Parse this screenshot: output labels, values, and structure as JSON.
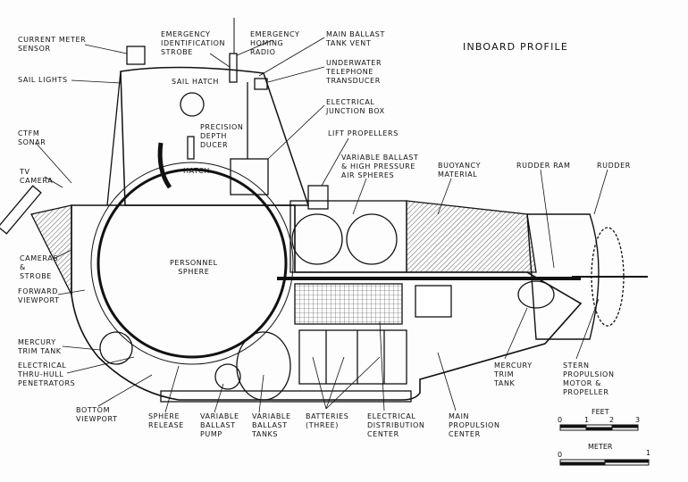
{
  "title": "INBOARD PROFILE",
  "labels": {
    "current_meter_sensor": "CURRENT METER\nSENSOR",
    "sail_lights": "SAIL LIGHTS",
    "emergency_identification_strobe": "EMERGENCY\nIDENTIFICATION\nSTROBE",
    "emergency_homing_radio": "EMERGENCY\nHOMING\nRADIO",
    "main_ballast_tank_vent": "MAIN BALLAST\nTANK VENT",
    "underwater_telephone_transducer": "UNDERWATER\nTELEPHONE\nTRANSDUCER",
    "sail_hatch": "SAIL HATCH",
    "electrical_junction_box": "ELECTRICAL\nJUNCTION BOX",
    "precision_depth_ducer": "PRECISION\nDEPTH\nDUCER",
    "lift_propellers": "LIFT PROPELLERS",
    "ctfm_sonar": "CTFM\nSONAR",
    "hatch": "HATCH",
    "variable_ballast_air_spheres": "VARIABLE BALLAST\n& HIGH PRESSURE\nAIR SPHERES",
    "buoyancy_material": "BUOYANCY\nMATERIAL",
    "rudder_ram": "RUDDER RAM",
    "rudder": "RUDDER",
    "tv_camera": "TV\nCAMERA",
    "cameras_strobe": "CAMERAS\n&\nSTROBE",
    "personnel_sphere": "PERSONNEL\nSPHERE",
    "forward_viewport": "FORWARD\nVIEWPORT",
    "mercury_trim_tank_fwd": "MERCURY\nTRIM TANK",
    "electrical_thru_hull_penetrators": "ELECTRICAL\nTHRU-HULL\nPENETRATORS",
    "bottom_viewport": "BOTTOM\nVIEWPORT",
    "sphere_release": "SPHERE\nRELEASE",
    "variable_ballast_pump": "VARIABLE\nBALLAST\nPUMP",
    "variable_ballast_tanks": "VARIABLE\nBALLAST\nTANKS",
    "batteries": "BATTERIES\n(THREE)",
    "electrical_distribution_center": "ELECTRICAL\nDISTRIBUTION\nCENTER",
    "main_propulsion_center": "MAIN\nPROPULSION\nCENTER",
    "mercury_trim_tank_aft": "MERCURY\nTRIM\nTANK",
    "stern_propulsion": "STERN\nPROPULSION\nMOTOR &\nPROPELLER"
  },
  "scale_feet": {
    "title": "FEET",
    "ticks": [
      "0",
      "1",
      "2",
      "3"
    ]
  },
  "scale_meter": {
    "title": "METER",
    "ticks": [
      "0",
      "1"
    ]
  }
}
